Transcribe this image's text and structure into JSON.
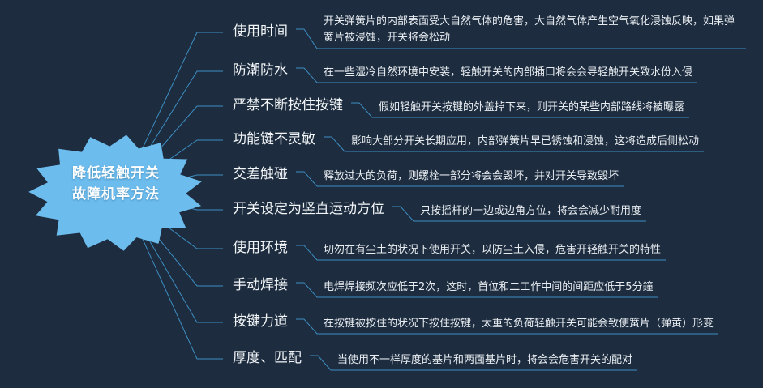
{
  "theme": {
    "background": "#1d2c3e",
    "accent": "#6cbcee",
    "line": "#3d8fc4",
    "label_color": "#f2f5f8",
    "desc_color": "#e8edf2"
  },
  "center": {
    "name": "center-topic",
    "line1": "降低轻触开关",
    "line2": "故障机率方法",
    "shape": "starburst"
  },
  "branches": [
    {
      "label": "使用时间",
      "desc": "开关弹簧片的内部表面受大自然气体的危害，大自然气体产生空气氧化浸蚀反映，如果弹簧片被浸蚀，开关将会松动"
    },
    {
      "label": "防潮防水",
      "desc": "在一些湿冷自然环境中安装，轻触开关的内部插口将会会导轻触开关致水份入侵"
    },
    {
      "label": "严禁不断按住按键",
      "desc": "假如轻触开关按键的外盖掉下来，则开关的某些内部路线将被曝露"
    },
    {
      "label": "功能键不灵敏",
      "desc": "影响大部分开关长期应用，内部弹簧片早已锈蚀和浸蚀，这将造成后侧松动"
    },
    {
      "label": "交差触碰",
      "desc": "释放过大的负荷，则螺栓一部分将会会毁坏，并对开关导致毁坏"
    },
    {
      "label": "开关设定为竖直运动方位",
      "desc": "只按摇杆的一边或边角方位，将会会减少耐用度"
    },
    {
      "label": "使用环境",
      "desc": "切勿在有尘土的状况下使用开关，以防尘土入侵，危害开轻触开关的特性"
    },
    {
      "label": "手动焊接",
      "desc": "电焊焊接频次应低于2次，这时，首位和二工作中间的间距应低于5分鐘"
    },
    {
      "label": "按键力道",
      "desc": "在按键被按住的状况下按住按键，太重的负荷轻触开关可能会致使簧片（弹黄）形变"
    },
    {
      "label": "厚度、匹配",
      "desc": "当使用不一样厚度的基片和两面基片时，将会会危害开关的配对"
    }
  ]
}
